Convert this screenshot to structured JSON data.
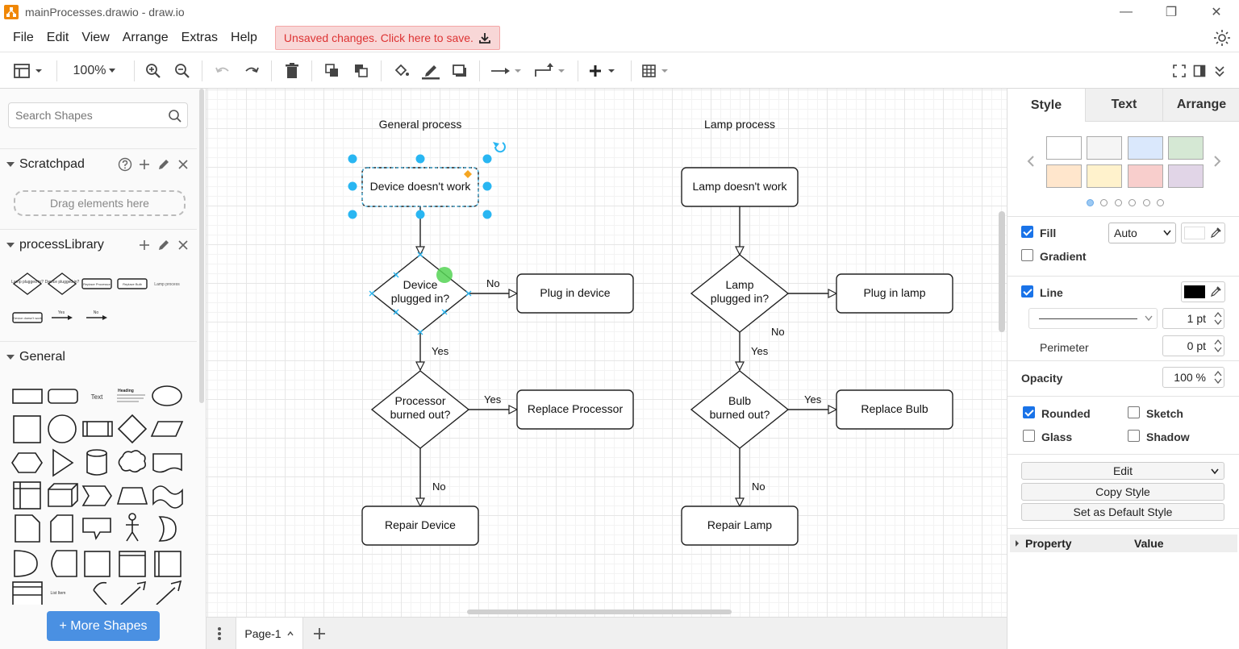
{
  "window": {
    "title": "mainProcesses.drawio - draw.io",
    "minimize": "—",
    "maximize": "❐",
    "close": "✕"
  },
  "menu": {
    "items": [
      "File",
      "Edit",
      "View",
      "Arrange",
      "Extras",
      "Help"
    ],
    "unsaved": "Unsaved changes. Click here to save."
  },
  "toolbar": {
    "zoom": "100%"
  },
  "left_panel": {
    "search_placeholder": "Search Shapes",
    "scratchpad": "Scratchpad",
    "drop_zone": "Drag elements here",
    "library": "processLibrary",
    "general": "General",
    "more_shapes": "+ More Shapes",
    "library_thumbs": [
      "Lamp plugged in?",
      "Device plugged in?",
      "Replace Processor",
      "Replace Bulb",
      "Lamp process",
      "Device doesn't work",
      "Yes",
      "No"
    ],
    "general_text": [
      "Text",
      "Heading",
      "List Item"
    ]
  },
  "diagram": {
    "general_title": "General process",
    "lamp_title": "Lamp process",
    "general": {
      "start": "Device doesn't work",
      "decision1": [
        "Device",
        "plugged in?"
      ],
      "action1": "Plug in device",
      "decision2": [
        "Processor",
        "burned out?"
      ],
      "action2": "Replace Processor",
      "end": "Repair Device",
      "label_no1": "No",
      "label_yes1": "Yes",
      "label_yes2": "Yes",
      "label_no2": "No"
    },
    "lamp": {
      "start": "Lamp doesn't work",
      "decision1": [
        "Lamp",
        "plugged in?"
      ],
      "action1": "Plug in lamp",
      "decision2": [
        "Bulb",
        "burned out?"
      ],
      "action2": "Replace Bulb",
      "end": "Repair Lamp",
      "label_no1": "No",
      "label_yes1": "Yes",
      "label_yes2": "Yes",
      "label_no2": "No"
    }
  },
  "pagebar": {
    "page_tab": "Page-1"
  },
  "right_panel": {
    "tabs": [
      "Style",
      "Text",
      "Arrange"
    ],
    "swatch_colors": [
      "#ffffff",
      "#f5f5f5",
      "#dae8fc",
      "#d5e8d4",
      "#ffe6cc",
      "#fff2cc",
      "#f8cecc",
      "#e1d5e7"
    ],
    "fill_label": "Fill",
    "fill_mode": "Auto",
    "gradient_label": "Gradient",
    "line_label": "Line",
    "line_width": "1 pt",
    "perimeter_label": "Perimeter",
    "perimeter_value": "0 pt",
    "opacity_label": "Opacity",
    "opacity_value": "100 %",
    "rounded_label": "Rounded",
    "sketch_label": "Sketch",
    "glass_label": "Glass",
    "shadow_label": "Shadow",
    "edit_label": "Edit",
    "copy_style": "Copy Style",
    "default_style": "Set as Default Style",
    "property_header": "Property",
    "value_header": "Value"
  },
  "colors": {
    "accent": "#1a73e8",
    "selection": "#29b6f2",
    "unsaved_bg": "#f8d7d7",
    "unsaved_text": "#d33333",
    "more_shapes": "#4a90e2"
  }
}
